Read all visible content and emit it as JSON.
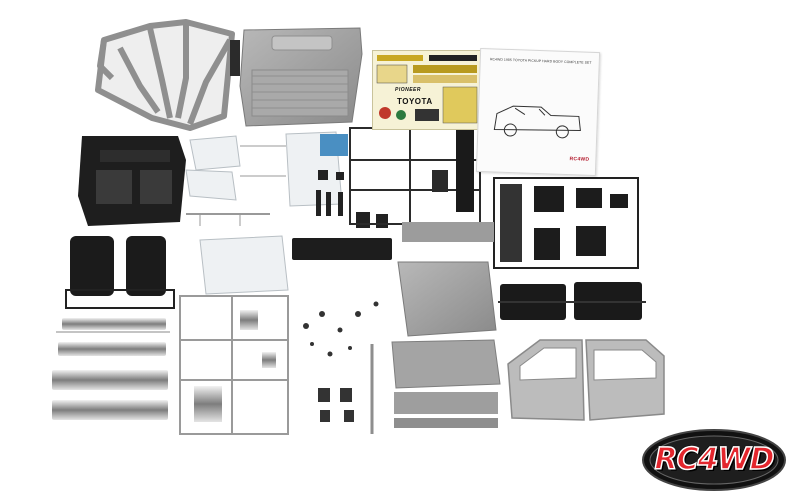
{
  "manual": {
    "title": "RC4WD 1985 TOYOTA PICKUP HARD BODY COMPLETE SET",
    "brand": "RC4WD"
  },
  "decal_sheet": {
    "words": [
      "TOYOTA",
      "PIONEER"
    ]
  },
  "logo": {
    "text": "RC4WD"
  },
  "colors": {
    "body_grey": "#9b9b9b",
    "light_grey": "#bdbdbd",
    "black_parts": "#1c1c1c",
    "chrome": "#d8d8d8",
    "clear_parts": "#eef1f3",
    "decal_yellow": "#f6f2d6",
    "logo_red": "#e3262d"
  }
}
